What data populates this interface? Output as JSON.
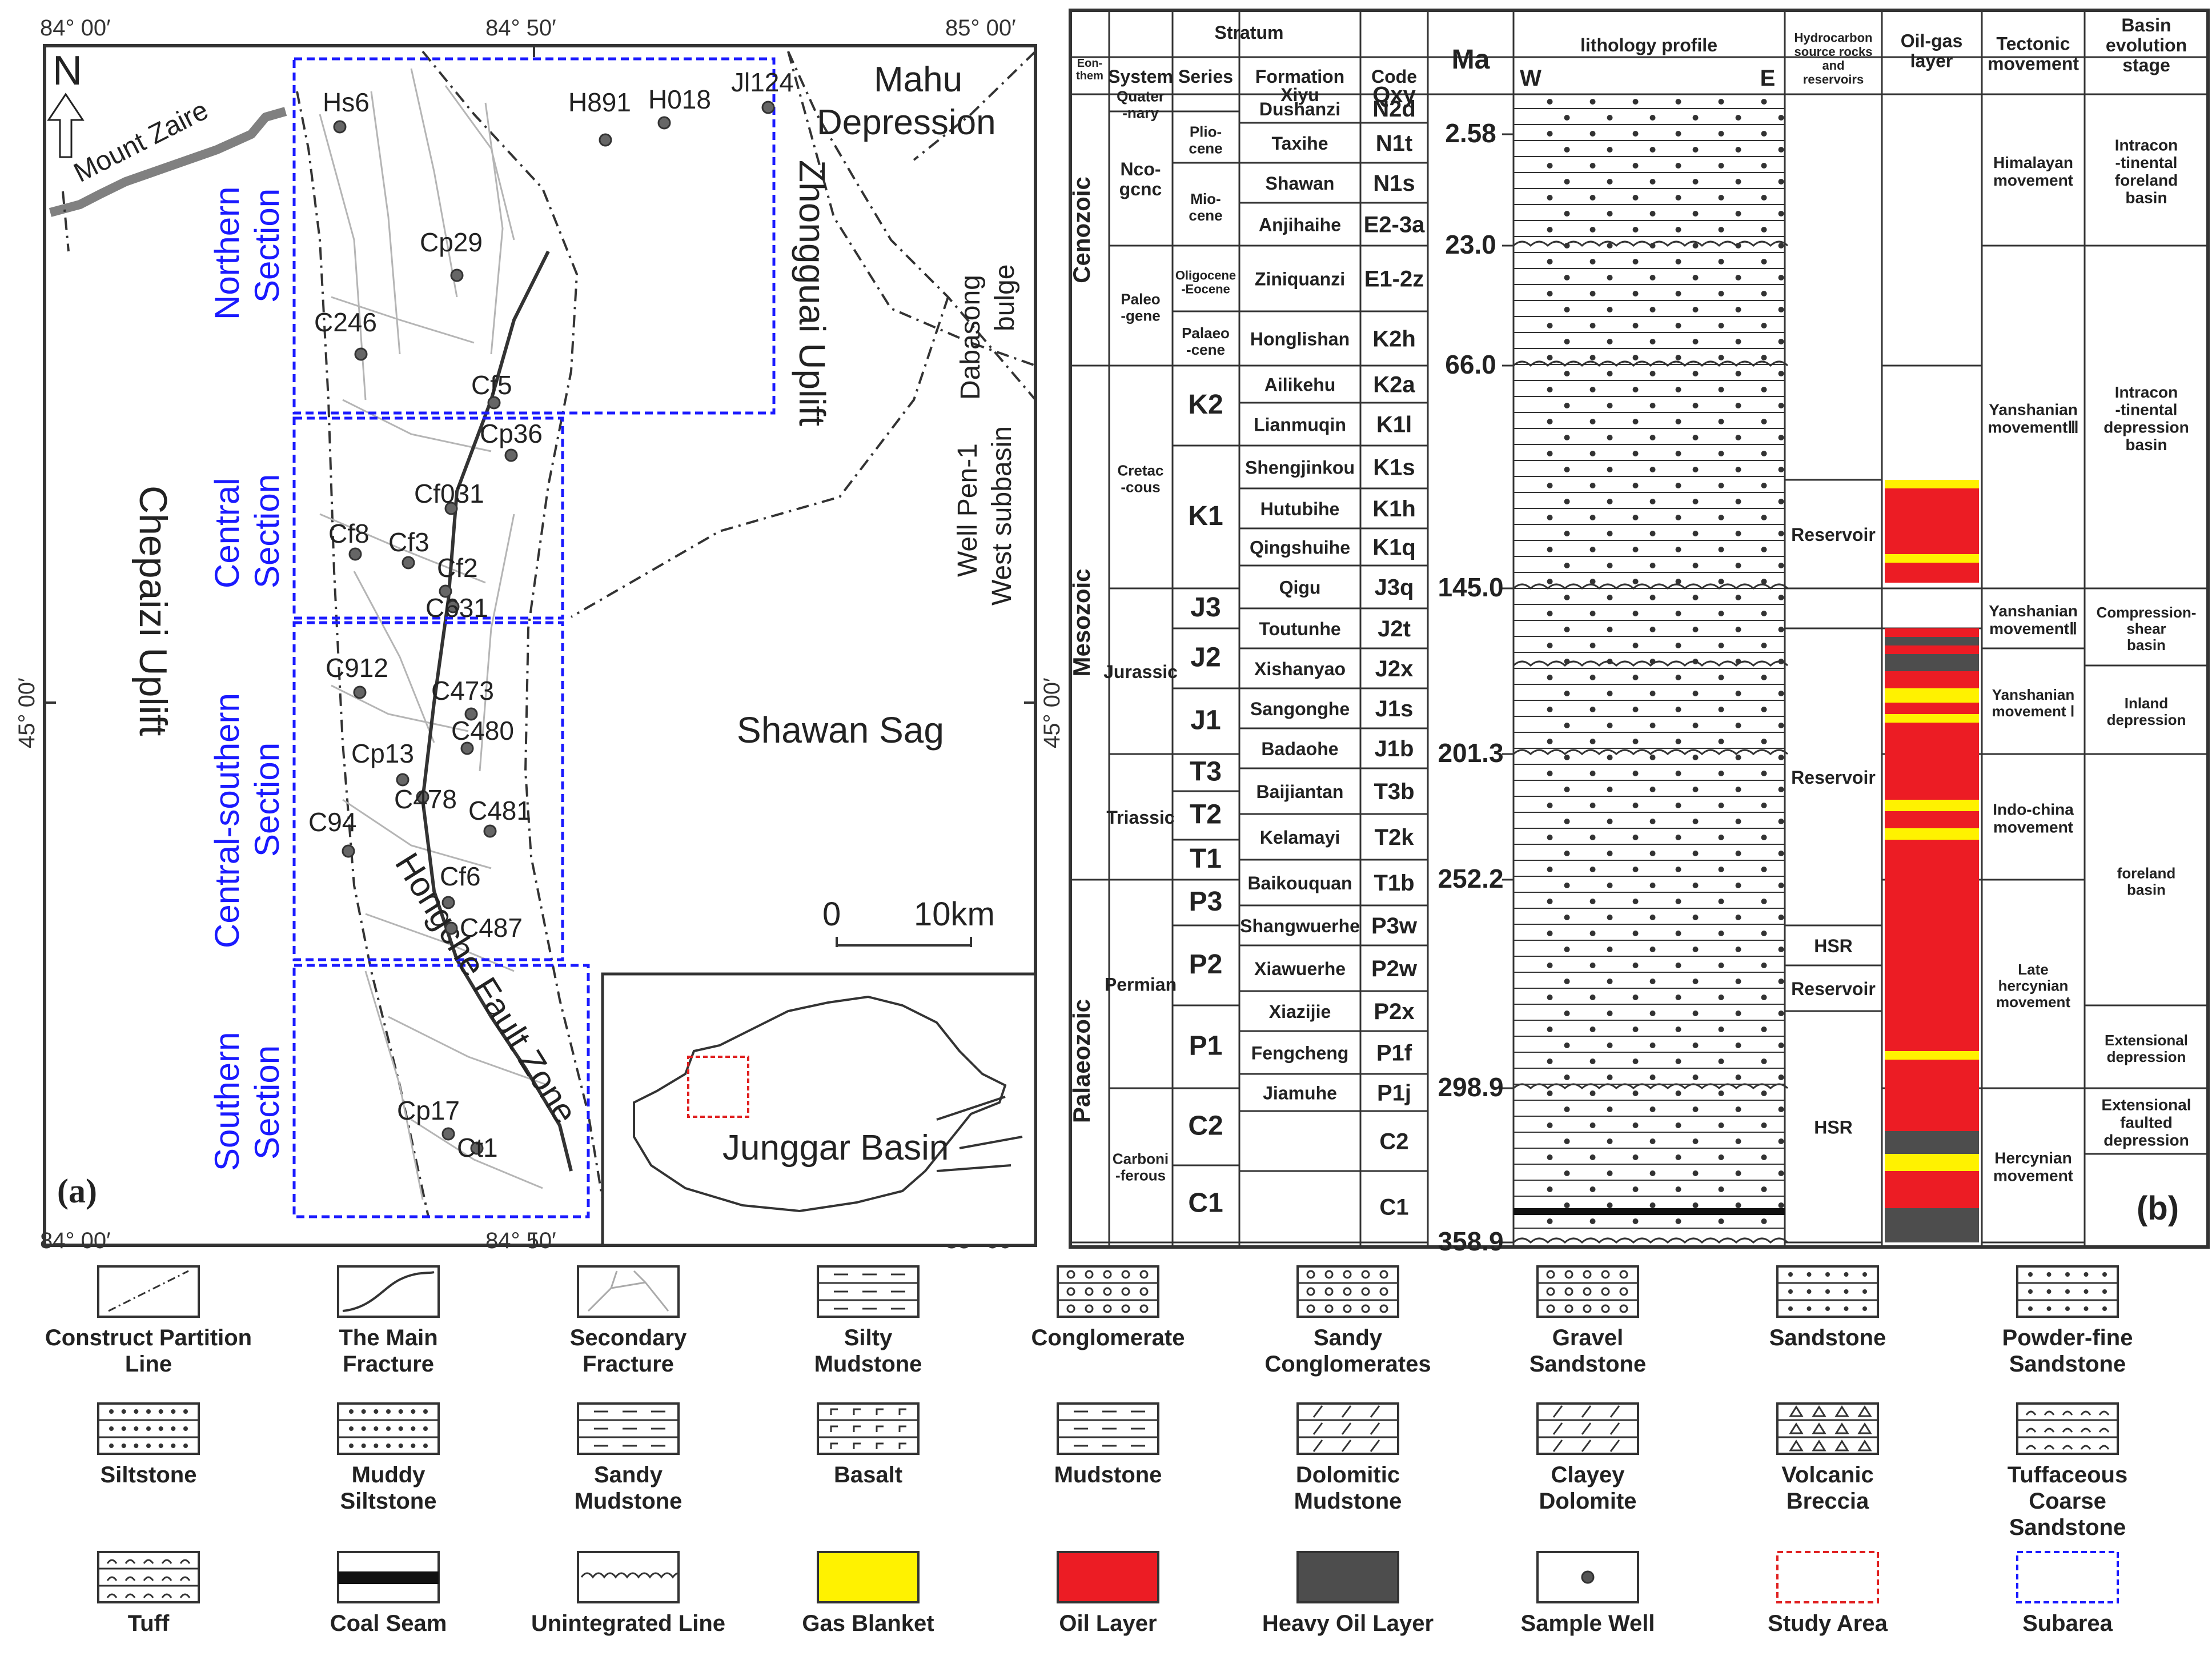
{
  "panel_a": {
    "label": "(a)",
    "lon_ticks": [
      "84° 00′",
      "84° 50′",
      "85° 00′"
    ],
    "lat_ticks": [
      "45° 00′",
      "45° 00′"
    ],
    "regions": {
      "mount_zaire": "Mount Zaire",
      "mahu_depression_1": "Mahu",
      "mahu_depression_2": "Depression",
      "zhongguai_uplift": "Zhongguai Uplift",
      "dabasong_1": "Dabasong",
      "dabasong_2": "bulge",
      "well_pen_1": "Well Pen-1",
      "well_pen_2": "West subbasin",
      "chepaizi_uplift": "Chepaizi Uplift",
      "shawan_sag": "Shawan Sag",
      "fault_zone": "Hongche Fault Zone"
    },
    "sections": [
      {
        "line1": "Northern",
        "line2": "Section"
      },
      {
        "line1": "Central",
        "line2": "Section"
      },
      {
        "line1": "Central-southern",
        "line2": "Section"
      },
      {
        "line1": "Southern",
        "line2": "Section"
      }
    ],
    "wells": [
      {
        "name": "Hs6"
      },
      {
        "name": "H891"
      },
      {
        "name": "H018"
      },
      {
        "name": "Jl124"
      },
      {
        "name": "Cp29"
      },
      {
        "name": "C246"
      },
      {
        "name": "Cf5"
      },
      {
        "name": "Cp36"
      },
      {
        "name": "Cf031"
      },
      {
        "name": "Cf8"
      },
      {
        "name": "Cf3"
      },
      {
        "name": "Cf2"
      },
      {
        "name": "C631"
      },
      {
        "name": "C912"
      },
      {
        "name": "C473"
      },
      {
        "name": "C480"
      },
      {
        "name": "Cp13"
      },
      {
        "name": "C478"
      },
      {
        "name": "C481"
      },
      {
        "name": "C94"
      },
      {
        "name": "Cf6"
      },
      {
        "name": "C487"
      },
      {
        "name": "Cp17"
      },
      {
        "name": "Ct1"
      }
    ],
    "scale": {
      "zero": "0",
      "label": "10km"
    },
    "north": "N",
    "inset_label": "Junggar Basin"
  },
  "panel_b": {
    "label": "(b)",
    "headers": {
      "stratum": "Stratum",
      "eonthem": "Eon-\nthem",
      "system": "System",
      "series": "Series",
      "formation": "Formation",
      "code": "Code",
      "ma": "Ma",
      "lithology": "lithology profile",
      "west": "W",
      "east": "E",
      "hydrocarbon": "Hydrocarbon\nsource rocks\nand\nreservoirs",
      "oilgas": "Oil-gas\nlayer",
      "tectonic": "Tectonic\nmovement",
      "basin": "Basin\nevolution\nstage"
    },
    "eons": [
      "Cenozoic",
      "Mesozoic",
      "Palaeozoic"
    ],
    "systems": [
      "Quater\n-nary",
      "Nco-\ngcnc",
      "Paleo\n-gene",
      "Cretac\n-cous",
      "Jurassic",
      "Triassic",
      "Permian",
      "Carboni\n-ferous"
    ],
    "series": [
      "Plio-\ncene",
      "Mio-\ncene",
      "Oligocene\n-Eocene",
      "Palaeo\n-cene",
      "K2",
      "K1",
      "J3",
      "J2",
      "J1",
      "T3",
      "T2",
      "T1",
      "P3",
      "P2",
      "P1",
      "C2",
      "C1"
    ],
    "formations": [
      {
        "name": "Xiyu",
        "code": "Qxy"
      },
      {
        "name": "Dushanzi",
        "code": "N2d"
      },
      {
        "name": "Taxihe",
        "code": "N1t"
      },
      {
        "name": "Shawan",
        "code": "N1s"
      },
      {
        "name": "Anjihaihe",
        "code": "E2-3a"
      },
      {
        "name": "Ziniquanzi",
        "code": "E1-2z"
      },
      {
        "name": "Honglishan",
        "code": "K2h"
      },
      {
        "name": "Ailikehu",
        "code": "K2a"
      },
      {
        "name": "Lianmuqin",
        "code": "K1l"
      },
      {
        "name": "Shengjinkou",
        "code": "K1s"
      },
      {
        "name": "Hutubihe",
        "code": "K1h"
      },
      {
        "name": "Qingshuihe",
        "code": "K1q"
      },
      {
        "name": "Qigu",
        "code": "J3q"
      },
      {
        "name": "Toutunhe",
        "code": "J2t"
      },
      {
        "name": "Xishanyao",
        "code": "J2x"
      },
      {
        "name": "Sangonghe",
        "code": "J1s"
      },
      {
        "name": "Badaohe",
        "code": "J1b"
      },
      {
        "name": "Baijiantan",
        "code": "T3b"
      },
      {
        "name": "Kelamayi",
        "code": "T2k"
      },
      {
        "name": "Baikouquan",
        "code": "T1b"
      },
      {
        "name": "Shangwuerhe",
        "code": "P3w"
      },
      {
        "name": "Xiawuerhe",
        "code": "P2w"
      },
      {
        "name": "Xiazijie",
        "code": "P2x"
      },
      {
        "name": "Fengcheng",
        "code": "P1f"
      },
      {
        "name": "Jiamuhe",
        "code": "P1j"
      },
      {
        "name": "",
        "code": "C2"
      },
      {
        "name": "",
        "code": "C1"
      }
    ],
    "ages": [
      "2.58",
      "23.0",
      "66.0",
      "145.0",
      "201.3",
      "252.2",
      "298.9",
      "358.9"
    ],
    "hydrocarbon": [
      "Reservoir",
      "Reservoir",
      "HSR",
      "Reservoir",
      "HSR"
    ],
    "tectonic": [
      "Himalayan\nmovement",
      "Yanshanian\nmovementⅢ",
      "Yanshanian\nmovementⅡ",
      "Yanshanian\nmovement Ⅰ",
      "Indo-china\nmovement",
      "Late\nhercynian\nmovement",
      "Hercynian\nmovement"
    ],
    "basin": [
      "Intracon\n-tinental\nforeland\nbasin",
      "Intracon\n-tinental\ndepression\nbasin",
      "Compression-\nshear\nbasin",
      "Inland\ndepression",
      "foreland\nbasin",
      "Extensional\ndepression",
      "Extensional\nfaulted\ndepression"
    ],
    "colors": {
      "gas": "#fff200",
      "oil": "#ec1c24",
      "heavy_oil": "#4d4d4d"
    }
  },
  "legend": [
    {
      "label": "Construct Partition\nLine",
      "icon": "partition-line-icon"
    },
    {
      "label": "The Main\nFracture",
      "icon": "main-fracture-icon"
    },
    {
      "label": "Secondary\nFracture",
      "icon": "secondary-fracture-icon"
    },
    {
      "label": "Silty\nMudstone",
      "icon": "silty-mudstone-icon"
    },
    {
      "label": "Conglomerate",
      "icon": "conglomerate-icon"
    },
    {
      "label": "Sandy\nConglomerates",
      "icon": "sandy-conglomerates-icon"
    },
    {
      "label": "Gravel\nSandstone",
      "icon": "gravel-sandstone-icon"
    },
    {
      "label": "Sandstone",
      "icon": "sandstone-icon"
    },
    {
      "label": "Powder-fine\nSandstone",
      "icon": "powder-fine-sandstone-icon"
    },
    {
      "label": "Siltstone",
      "icon": "siltstone-icon"
    },
    {
      "label": "Muddy\nSiltstone",
      "icon": "muddy-siltstone-icon"
    },
    {
      "label": "Sandy\nMudstone",
      "icon": "sandy-mudstone-icon"
    },
    {
      "label": "Basalt",
      "icon": "basalt-icon"
    },
    {
      "label": "Mudstone",
      "icon": "mudstone-icon"
    },
    {
      "label": "Dolomitic\nMudstone",
      "icon": "dolomitic-mudstone-icon"
    },
    {
      "label": "Clayey\nDolomite",
      "icon": "clayey-dolomite-icon"
    },
    {
      "label": "Volcanic\nBreccia",
      "icon": "volcanic-breccia-icon"
    },
    {
      "label": "Tuffaceous\nCoarse\nSandstone",
      "icon": "tuffaceous-sandstone-icon"
    },
    {
      "label": "Tuff",
      "icon": "tuff-icon"
    },
    {
      "label": "Coal Seam",
      "icon": "coal-seam-icon"
    },
    {
      "label": "Unintegrated Line",
      "icon": "unconformity-icon"
    },
    {
      "label": "Gas Blanket",
      "icon": "gas-blanket-icon"
    },
    {
      "label": "Oil Layer",
      "icon": "oil-layer-icon"
    },
    {
      "label": "Heavy Oil Layer",
      "icon": "heavy-oil-layer-icon"
    },
    {
      "label": "Sample Well",
      "icon": "sample-well-icon"
    },
    {
      "label": "Study Area",
      "icon": "study-area-icon"
    },
    {
      "label": "Subarea",
      "icon": "subarea-icon"
    }
  ]
}
